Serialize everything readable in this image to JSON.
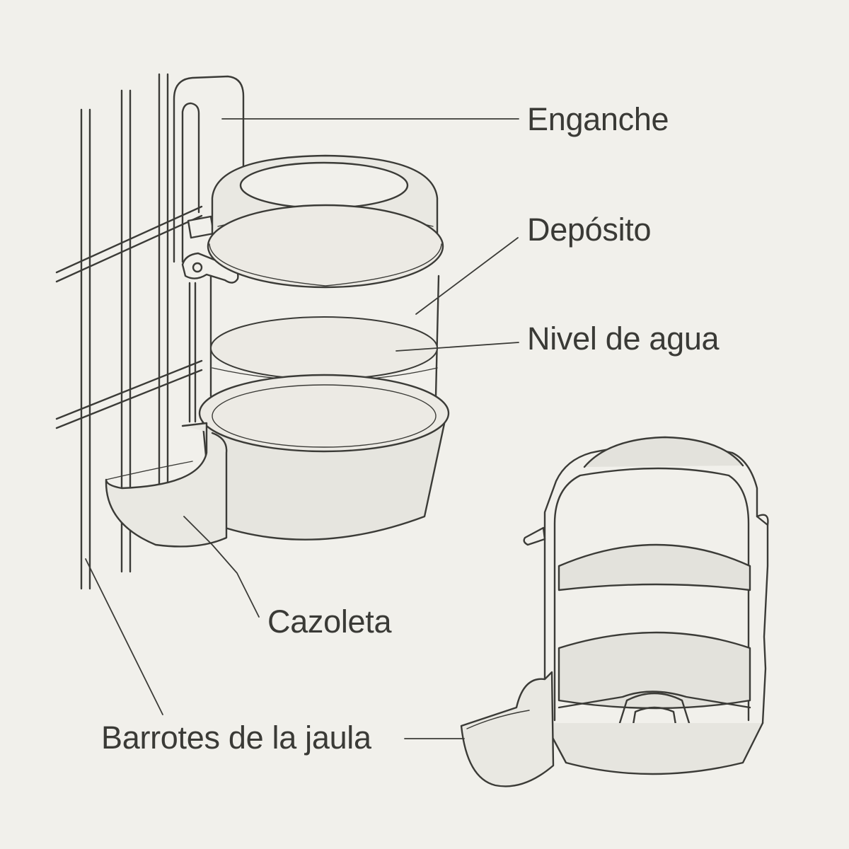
{
  "colors": {
    "background": "#f1f0eb",
    "ink": "#3b3b37",
    "label_text": "#3a3a36",
    "tint": "#e3e2dc"
  },
  "labels": {
    "hook": "Enganche",
    "reservoir": "Depósito",
    "water_level": "Nivel de agua",
    "dish": "Cazoleta",
    "cage_bars": "Barrotes de la jaula"
  }
}
